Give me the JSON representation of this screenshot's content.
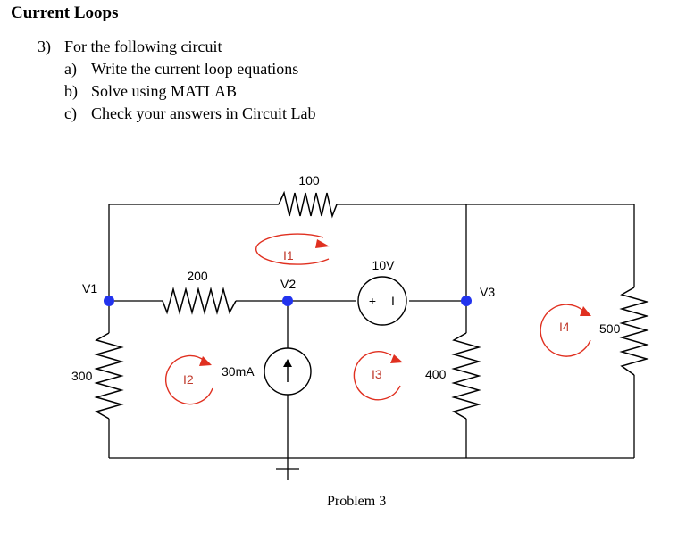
{
  "heading": "Current Loops",
  "problem": {
    "number": "3)",
    "text": "For the following circuit",
    "parts": [
      {
        "marker": "a)",
        "text": "Write the current loop equations"
      },
      {
        "marker": "b)",
        "text": "Solve using MATLAB"
      },
      {
        "marker": "c)",
        "text": "Check your answers in Circuit Lab"
      }
    ]
  },
  "circuit": {
    "resistors": {
      "top": "100",
      "mid_left": "200",
      "left": "300",
      "mid_right": "400",
      "right": "500"
    },
    "sources": {
      "voltage": "10V",
      "voltage_plus": "+",
      "voltage_minus": "I",
      "current": "30mA"
    },
    "nodes": {
      "v1": "V1",
      "v2": "V2",
      "v3": "V3"
    },
    "loops": {
      "i1": "I1",
      "i2": "I2",
      "i3": "I3",
      "i4": "I4"
    }
  },
  "caption": "Problem 3",
  "colors": {
    "node": "#2233ee",
    "loop": "#e03020"
  }
}
